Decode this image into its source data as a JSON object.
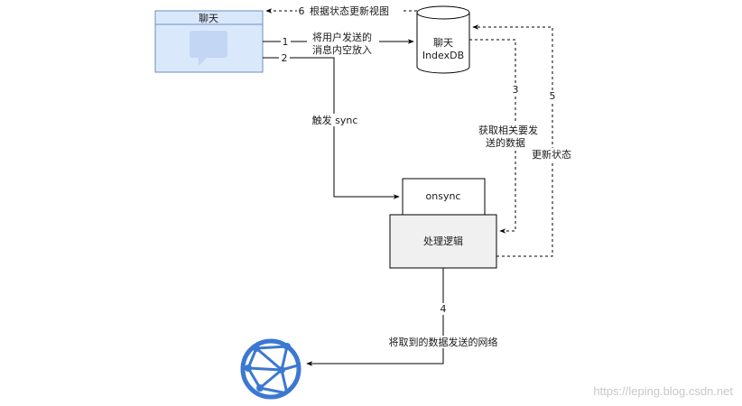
{
  "nodes": {
    "chat_window": {
      "title": "聊天"
    },
    "indexdb": {
      "line1": "聊天",
      "line2": "IndexDB"
    },
    "onsync": {
      "label": "onsync"
    },
    "logic": {
      "label": "处理逻辑"
    }
  },
  "edges": {
    "e1": {
      "num": "1",
      "line1": "将用户发送的",
      "line2": "消息内空放入"
    },
    "e2": {
      "num": "2",
      "text": "触发 sync"
    },
    "e3": {
      "num": "3",
      "line1": "获取相关要发",
      "line2": "送的数据"
    },
    "e4": {
      "num": "4",
      "text": "将取到的数据发送的网络"
    },
    "e5": {
      "num": "5",
      "text": "更新状态"
    },
    "e6": {
      "num": "6",
      "text": "根据状态更新视图"
    }
  },
  "watermark": "https://leping.blog.csdn.net",
  "colors": {
    "chat_fill": "#dae8fc",
    "chat_stroke": "#6c8ebf",
    "chat_icon": "#c3d6f3",
    "logic_fill": "#f0f0f0",
    "network_icon": "#3b78d2",
    "line": "#000000"
  }
}
